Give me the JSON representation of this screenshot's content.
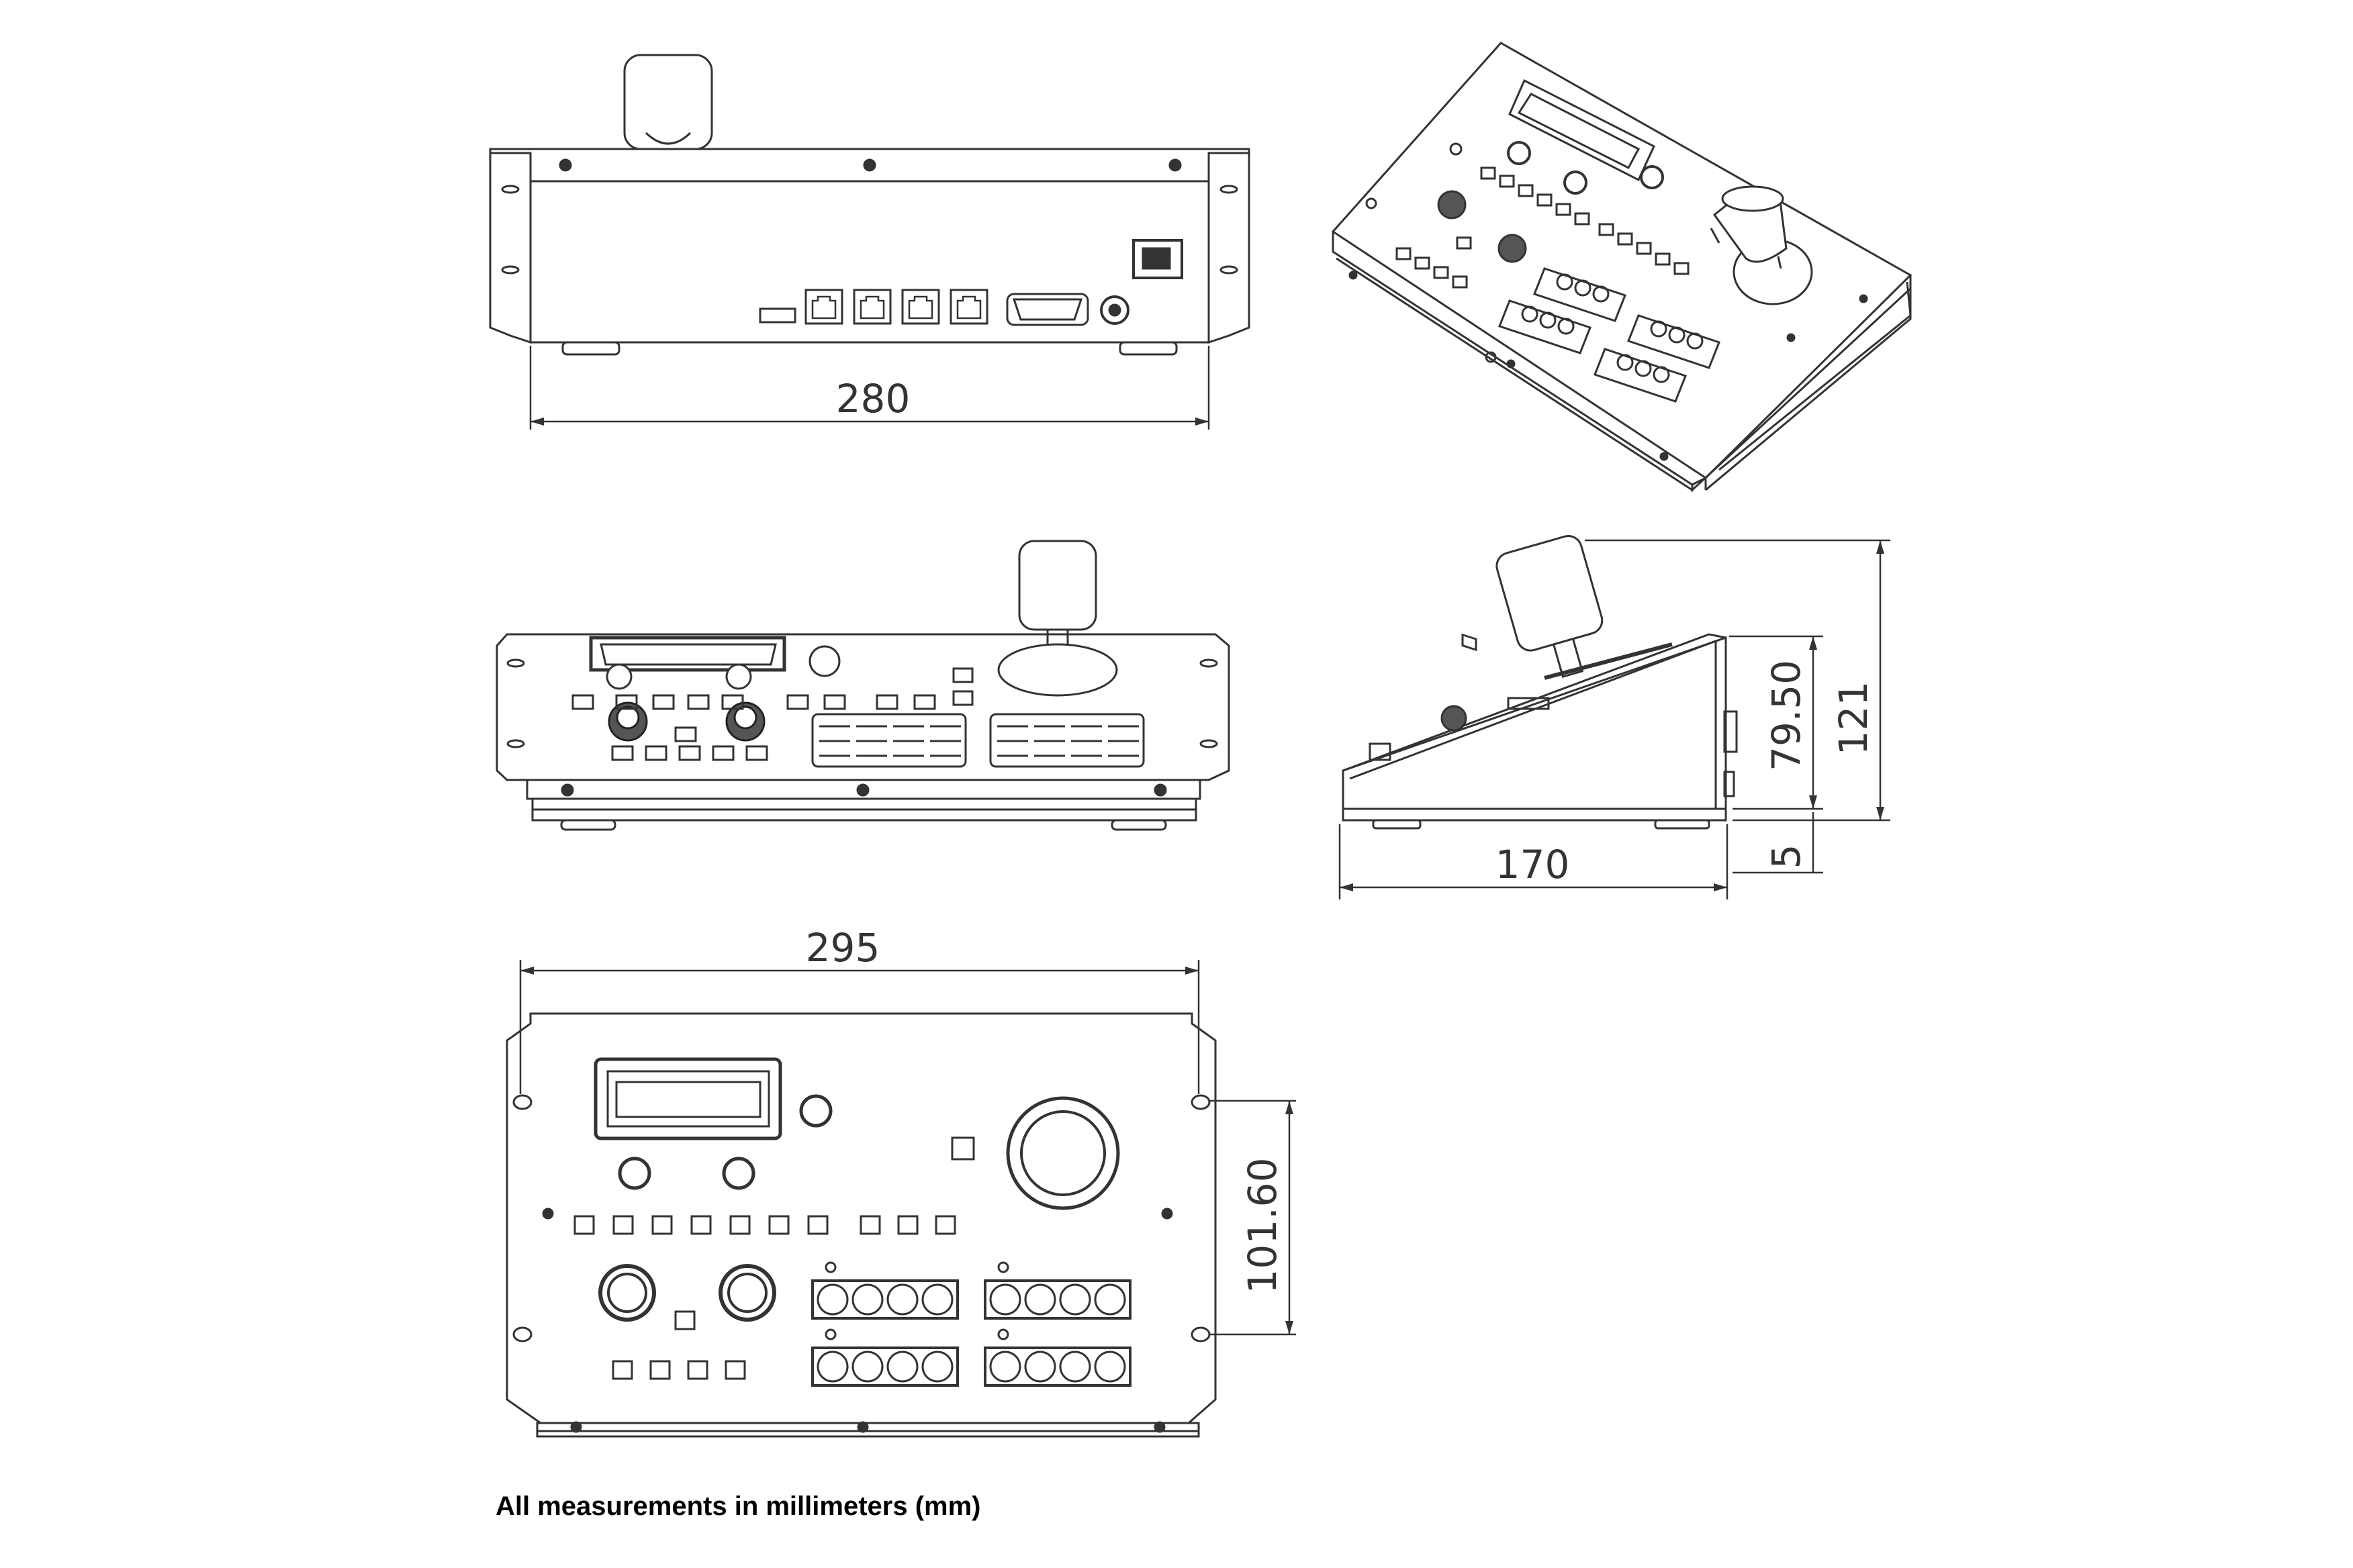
{
  "dimensions": {
    "rear_width": "280",
    "front_width": "295",
    "overall_height": "121",
    "body_height": "79.50",
    "foot_height": "5",
    "depth": "170",
    "mount_hole_spacing": "101.60"
  },
  "caption": "All measurements in millimeters (mm)",
  "colors": {
    "line": "#333333",
    "background": "#ffffff"
  }
}
